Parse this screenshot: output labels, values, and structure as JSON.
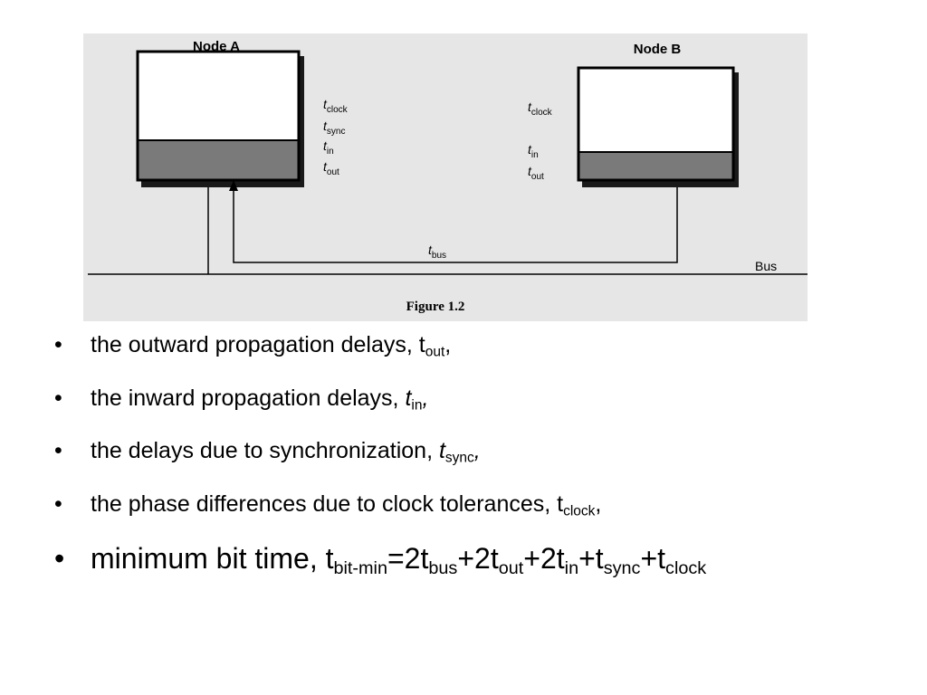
{
  "figure": {
    "node_a_title": "Node A",
    "node_b_title": "Node B",
    "node_a_labels": [
      {
        "base": "t",
        "sub": "clock"
      },
      {
        "base": "t",
        "sub": "sync"
      },
      {
        "base": "t",
        "sub": "in"
      },
      {
        "base": "t",
        "sub": "out"
      }
    ],
    "node_b_labels": [
      {
        "base": "t",
        "sub": "clock"
      },
      {
        "base": "t",
        "sub": "in"
      },
      {
        "base": "t",
        "sub": "out"
      }
    ],
    "bus_delay": {
      "base": "t",
      "sub": "bus"
    },
    "bus_label": "Bus",
    "caption": "Figure 1.2"
  },
  "bullets": [
    {
      "text": "the outward propagation delays, ",
      "sym": "t",
      "sub": "out",
      "tail": ","
    },
    {
      "text": "the inward propagation delays, ",
      "sym": "t",
      "sub": "in",
      "tail": ","
    },
    {
      "text": "the delays due to synchronization, ",
      "sym": "t",
      "sub": "sync",
      "tail": ","
    },
    {
      "text": "the phase differences due to clock tolerances, ",
      "sym": "t",
      "sub": "clock",
      "tail": ","
    }
  ],
  "formula": {
    "prefix": "minimum bit time, ",
    "lhs": {
      "base": "t",
      "sub": "bit-min"
    },
    "eq": "=",
    "terms": [
      {
        "op": "",
        "coef": "2",
        "base": "t",
        "sub": "bus"
      },
      {
        "op": "+",
        "coef": "2",
        "base": "t",
        "sub": "out"
      },
      {
        "op": "+",
        "coef": "2",
        "base": "t",
        "sub": "in"
      },
      {
        "op": "+",
        "coef": "",
        "base": "t",
        "sub": "sync"
      },
      {
        "op": "+",
        "coef": "",
        "base": "t",
        "sub": "clock"
      }
    ]
  }
}
